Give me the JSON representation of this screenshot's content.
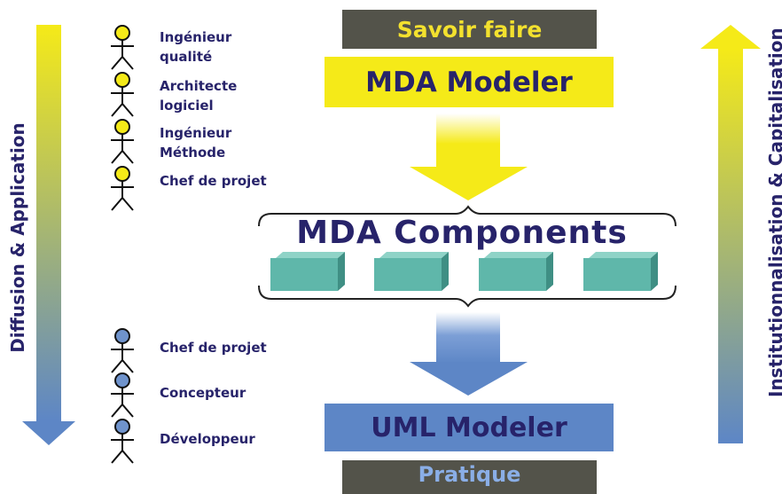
{
  "top_label": "Savoir faire",
  "mda_modeler": "MDA Modeler",
  "components_title": "MDA Components",
  "uml_modeler": "UML Modeler",
  "bottom_label": "Pratique",
  "left_axis": "Diffusion & Application",
  "right_axis": "Institutionnalisation & Capitalisation",
  "experts": [
    {
      "line1": "Ingénieur",
      "line2": "qualité"
    },
    {
      "line1": "Architecte",
      "line2": "logiciel"
    },
    {
      "line1": "Ingénieur",
      "line2": "Méthode"
    },
    {
      "line1": "Chef de projet",
      "line2": ""
    }
  ],
  "practitioners": [
    "Chef de projet",
    "Concepteur",
    "Développeur"
  ],
  "colors": {
    "navy": "#27236a",
    "yellow": "#f5ea18",
    "blue": "#5d86c6",
    "teal": "#5fb7aa",
    "dark_gray": "#53534a"
  }
}
